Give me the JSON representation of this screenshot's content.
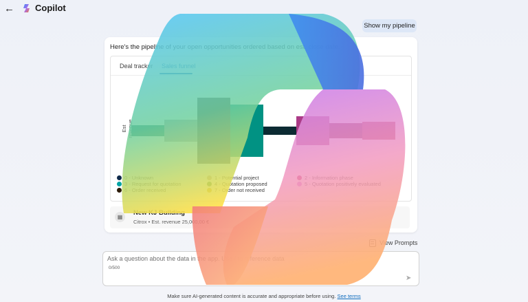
{
  "header": {
    "title": "Copilot",
    "back_icon": "arrow-left-icon",
    "logo_icon": "copilot-logo-icon"
  },
  "user_message": {
    "label": "Show my pipeline"
  },
  "response": {
    "intro": "Here's the pipeline of your open opportunities ordered based on est. close date.",
    "tabs": [
      {
        "label": "Deal tracker",
        "active": false
      },
      {
        "label": "Sales funnel",
        "active": true
      }
    ],
    "chart_data": {
      "type": "bar",
      "ylabel": "Est revenue",
      "categories": [
        "0 - Unknown",
        "1 - Potential project",
        "2 - Information phase",
        "3 - Request for quotation",
        "4 - Quotation proposed",
        "5 - Quotation positively evaluated",
        "6 - Order received",
        "7 - Order not received"
      ],
      "funnel_order": [
        "0 - Unknown",
        "1 - Potential project",
        "7 - Order not received",
        "3 - Request for quotation",
        "6 - Order received",
        "5 - Quotation positively evaluated",
        "2 - Information phase",
        "1 - Potential project"
      ],
      "funnel_heights": [
        16,
        32,
        96,
        76,
        12,
        42,
        22,
        26
      ],
      "funnel_colors": [
        "#117865",
        "#a5a5a5",
        "#4a4a4a",
        "#019283",
        "#0c2b33",
        "#ab3b87",
        "#7a143d",
        "#b3304d"
      ],
      "legend": [
        {
          "label": "0 - Unknown",
          "color": "#0f2a4a"
        },
        {
          "label": "1 - Potential project",
          "color": "#bda07c"
        },
        {
          "label": "2 - Information phase",
          "color": "#c2185b"
        },
        {
          "label": "3 - Request for quotation",
          "color": "#01a3a4"
        },
        {
          "label": "4 - Quotation proposed",
          "color": "#2e7d32"
        },
        {
          "label": "5 - Quotation positively evaluated",
          "color": "#d86fd8"
        },
        {
          "label": "6 - Order received",
          "color": "#2b1a08"
        },
        {
          "label": "7 - Order not received",
          "color": "#c9a000"
        }
      ],
      "legend_position": "bottom"
    },
    "record": {
      "name": "New KJ Building",
      "subtitle": "Citrox  •  Est. revenue 25,000,00 €",
      "icon": "building-icon"
    }
  },
  "view_prompts": {
    "label": "View Prompts",
    "icon": "prompts-icon"
  },
  "input": {
    "placeholder": "Ask a question about the data in the app. Use / to reference data",
    "counter": "0/500",
    "send_icon": "send-icon"
  },
  "disclaimer": {
    "text": "Make sure AI-generated content is accurate and appropriate before using. ",
    "link": "See terms"
  }
}
